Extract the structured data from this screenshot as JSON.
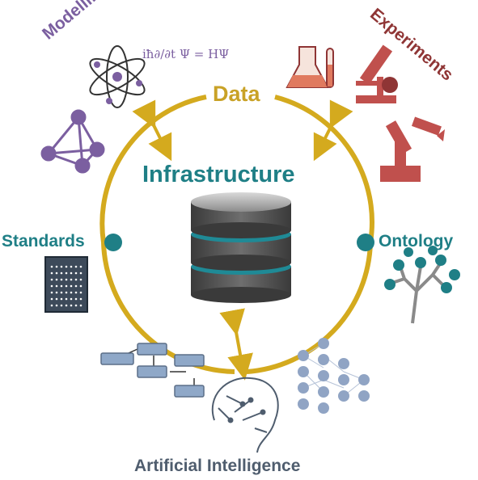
{
  "labels": {
    "modelling": "Modelling",
    "experiments": "Experiments",
    "data": "Data",
    "infrastructure": "Infrastructure",
    "standards": "Standards",
    "ontology": "Ontology",
    "artificial_intelligence": "Artificial Intelligence",
    "schrodinger_equation": "iħ∂/∂t Ψ = HΨ"
  },
  "colors": {
    "ring": "#d4aa1e",
    "modelling": "#7b5fa0",
    "experiments": "#c0504d",
    "infrastructure": "#1f7f86",
    "teal_node": "#1f7f86",
    "ai": "#4f5d6e",
    "ai_boxes": "#8fa8c8",
    "network_nodes": "#90a4c4",
    "tree": "#1f7f86"
  },
  "icons": [
    "atom-icon",
    "tetrahedron-icon",
    "flask-icon",
    "test-tube-icon",
    "microscope-icon",
    "robot-arm-icon",
    "database-icon",
    "microarray-icon",
    "tree-icon",
    "flowchart-icon",
    "brain-icon",
    "neural-network-icon"
  ]
}
